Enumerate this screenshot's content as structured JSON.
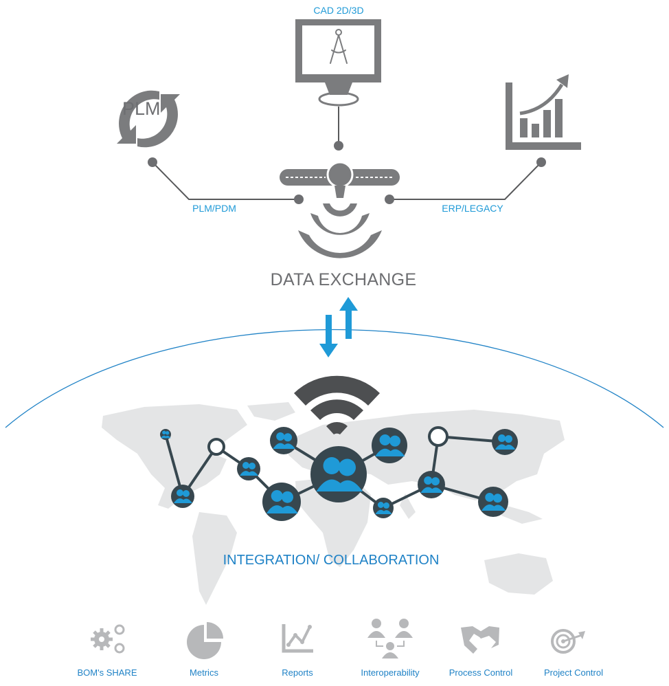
{
  "diagram": {
    "cad_label": "CAD 2D/3D",
    "plm_icon_text": "PLM",
    "plm_pdm_label": "PLM/PDM",
    "erp_label": "ERP/LEGACY",
    "data_exchange_label": "DATA EXCHANGE",
    "integration_label": "INTEGRATION/ COLLABORATION"
  },
  "features": [
    {
      "label": "BOM's SHARE",
      "icon": "gears-icon"
    },
    {
      "label": "Metrics",
      "icon": "pie-chart-icon"
    },
    {
      "label": "Reports",
      "icon": "line-chart-icon"
    },
    {
      "label": "Interoperability",
      "icon": "people-network-icon"
    },
    {
      "label": "Process Control",
      "icon": "handshake-icon"
    },
    {
      "label": "Project Control",
      "icon": "target-icon"
    }
  ],
  "colors": {
    "accent_blue": "#1f9ad7",
    "dark_node": "#37474f",
    "icon_gray": "#6d6e71",
    "map_gray": "#e4e5e6"
  }
}
